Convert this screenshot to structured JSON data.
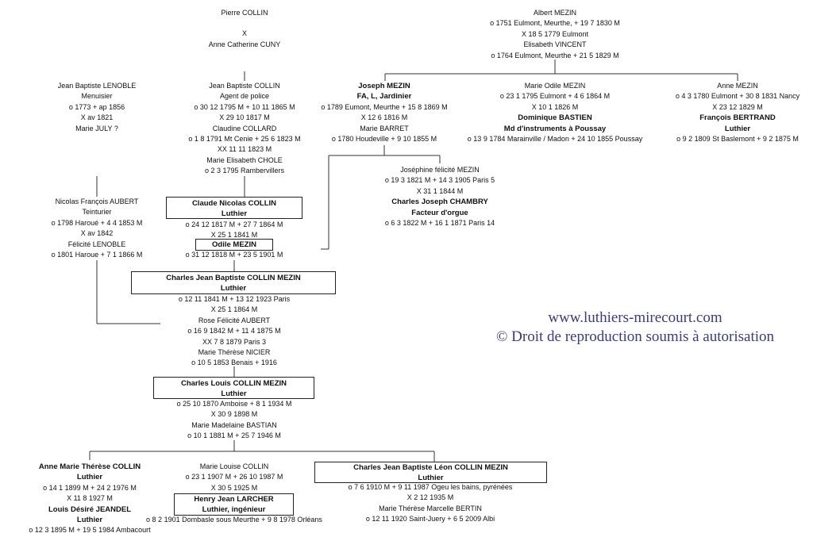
{
  "watermark": {
    "url": "www.luthiers-mirecourt.com",
    "copyright": "© Droit de reproduction soumis à autorisation"
  },
  "gen1": {
    "pierre": {
      "name": "Pierre COLLIN",
      "marriage": "X",
      "spouse": "Anne Catherine CUNY"
    },
    "albert": {
      "name": "Albert MEZIN",
      "dates": "o 1751 Eulmont, Meurthe, + 19 7 1830 M",
      "marriage": "X 18 5 1779 Eulmont",
      "spouse": "Elisabeth VINCENT",
      "spouse_dates": "o 1764 Eulmont, Meurthe + 21 5 1829 M"
    }
  },
  "gen2": {
    "lenoble": {
      "name": "Jean Baptiste LENOBLE",
      "job": "Menuisier",
      "dates": "o 1773 + ap 1856",
      "marriage": "X av 1821",
      "spouse": "Marie JULY ?"
    },
    "jb_collin": {
      "name": "Jean Baptiste COLLIN",
      "job": "Agent de police",
      "dates": "o 30 12 1795 M + 10 11 1865 M",
      "marriage1": "X 29 10 1817 M",
      "spouse1": "Claudine COLLARD",
      "spouse1_dates": "o 1 8 1791 Mt Cenie + 25 6 1823 M",
      "marriage2": "XX 11 11 1823 M",
      "spouse2": "Marie Elisabeth CHOLE",
      "spouse2_dates": "o 2 3 1795 Rambervillers"
    },
    "joseph": {
      "name": "Joseph MEZIN",
      "job": "FA, L, Jardinier",
      "dates": "o 1789 Eumont, Meurthe + 15 8 1869 M",
      "marriage": "X 12 6 1816 M",
      "spouse": "Marie BARRET",
      "spouse_dates": "o 1780 Houdeville + 9 10 1855 M"
    },
    "marie_odile": {
      "name": "Marie Odile MEZIN",
      "dates": "o 23 1 1795 Eulmont + 4 6 1864 M",
      "marriage": "X 10 1 1826 M",
      "spouse": "Dominique BASTIEN",
      "spouse_job": "Md d'instruments à Poussay",
      "spouse_dates": "o 13 9 1784 Marainville / Madon + 24 10 1855 Poussay"
    },
    "anne": {
      "name": "Anne MEZIN",
      "dates": "o 4 3 1780 Eulmont + 30 8 1831 Nancy",
      "marriage": "X 23 12 1829 M",
      "spouse": "François BERTRAND",
      "spouse_job": "Luthier",
      "spouse_dates": "o 9 2 1809 St Baslemont + 9 2 1875 M"
    }
  },
  "gen3": {
    "aubert": {
      "name": "Nicolas François AUBERT",
      "job": "Teinturier",
      "dates": "o 1798 Haroué + 4 4 1853 M",
      "marriage": "X av 1842",
      "spouse": "Félicité LENOBLE",
      "spouse_dates": "o 1801 Haroue + 7 1 1866 M"
    },
    "claude": {
      "name": "Claude Nicolas COLLIN",
      "job": "Luthier",
      "dates": "o 24 12 1817 M + 27 7 1864 M",
      "marriage": "X 25 1 1841 M",
      "spouse": "Odile MEZIN",
      "spouse_dates": "o 31 12 1818 M + 23 5 1901 M"
    },
    "josephine": {
      "name": "Joséphine félicité MEZIN",
      "dates": "o 19 3 1821 M + 14 3 1905 Paris 5",
      "marriage": "X 31 1 1844 M",
      "spouse": "Charles Joseph CHAMBRY",
      "spouse_job": "Facteur d'orgue",
      "spouse_dates": "o 6 3 1822 M + 16 1 1871 Paris 14"
    }
  },
  "gen4": {
    "charles_jb": {
      "name": "Charles Jean Baptiste COLLIN MEZIN",
      "job": "Luthier",
      "dates": "o 12 11 1841 M + 13 12 1923 Paris",
      "marriage1": "X 25 1 1864 M",
      "spouse1": "Rose Félicité AUBERT",
      "spouse1_dates": "o 16 9 1842 M + 11 4 1875 M",
      "marriage2": "XX 7 8 1879 Paris 3",
      "spouse2": "Marie Thérèse NICIER",
      "spouse2_dates": "o 10 5 1853 Benais  +  1916"
    }
  },
  "gen5": {
    "charles_louis": {
      "name": "Charles Louis COLLIN MEZIN",
      "job": "Luthier",
      "dates": "o 25 10 1870 Amboise + 8 1 1934 M",
      "marriage": "X 30 9 1898 M",
      "spouse": "Marie Madelaine BASTIAN",
      "spouse_dates": "o 10 1 1881 M + 25 7 1946 M"
    }
  },
  "gen6": {
    "anne_marie": {
      "name": "Anne Marie Thérèse COLLIN",
      "job": "Luthier",
      "dates": "o 14 1 1899 M + 24 2 1976 M",
      "marriage": "X 11 8 1927 M",
      "spouse": "Louis Désiré JEANDEL",
      "spouse_job": "Luthier",
      "spouse_dates": "o 12 3 1895 M + 19 5 1984 Ambacourt"
    },
    "marie_louise": {
      "name": "Marie Louise COLLIN",
      "dates": "o 23 1 1907 M + 26 10 1987 M",
      "marriage": "X 30 5 1925 M",
      "spouse": "Henry Jean LARCHER",
      "spouse_job": "Luthier, ingénieur",
      "spouse_dates": "o 8 2 1901 Dombasle sous Meurthe + 9 8 1978 Orléans"
    },
    "charles_leon": {
      "name": "Charles Jean Baptiste Léon COLLIN MEZIN",
      "job": "Luthier",
      "dates": "o 7 6 1910 M + 9 11 1987 Ogeu les bains, pyrénées",
      "marriage": "X 2 12 1935 M",
      "spouse": "Marie Thérèse Marcelle BERTIN",
      "spouse_dates": "o 12 11 1920 Saint-Juery + 6 5 2009 Albi"
    }
  }
}
